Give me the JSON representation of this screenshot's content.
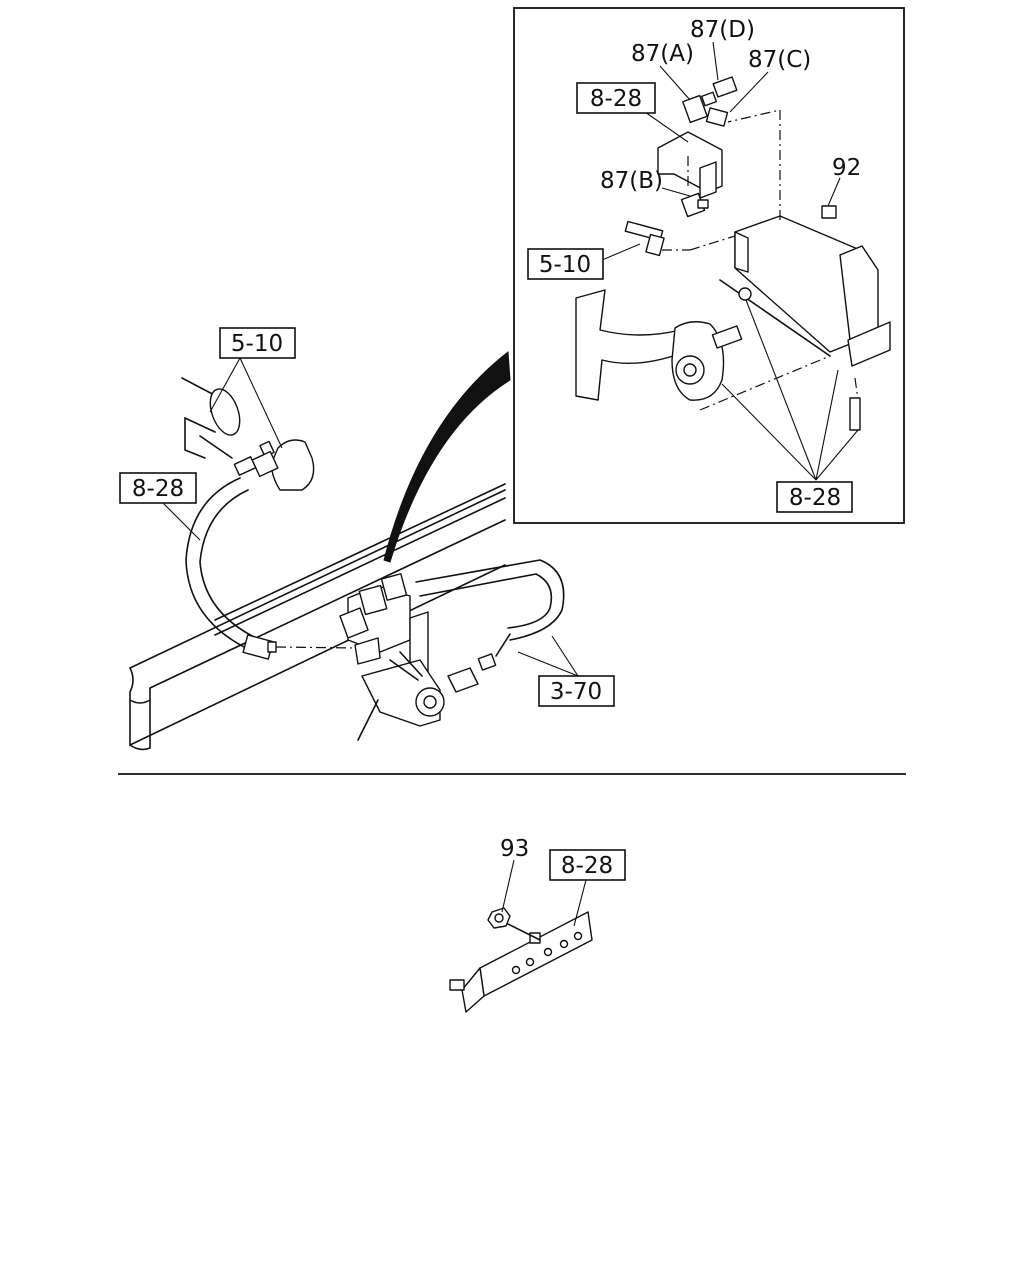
{
  "callouts": {
    "inset_ref_top": "8-28",
    "inset_87a": "87(A)",
    "inset_87b": "87(B)",
    "inset_87c": "87(C)",
    "inset_87d": "87(D)",
    "inset_92": "92",
    "inset_ref_5_10": "5-10",
    "inset_ref_bottom": "8-28",
    "main_ref_5_10": "5-10",
    "main_ref_8_28": "8-28",
    "main_ref_3_70": "3-70",
    "lower_93": "93",
    "lower_ref_8_28": "8-28"
  }
}
